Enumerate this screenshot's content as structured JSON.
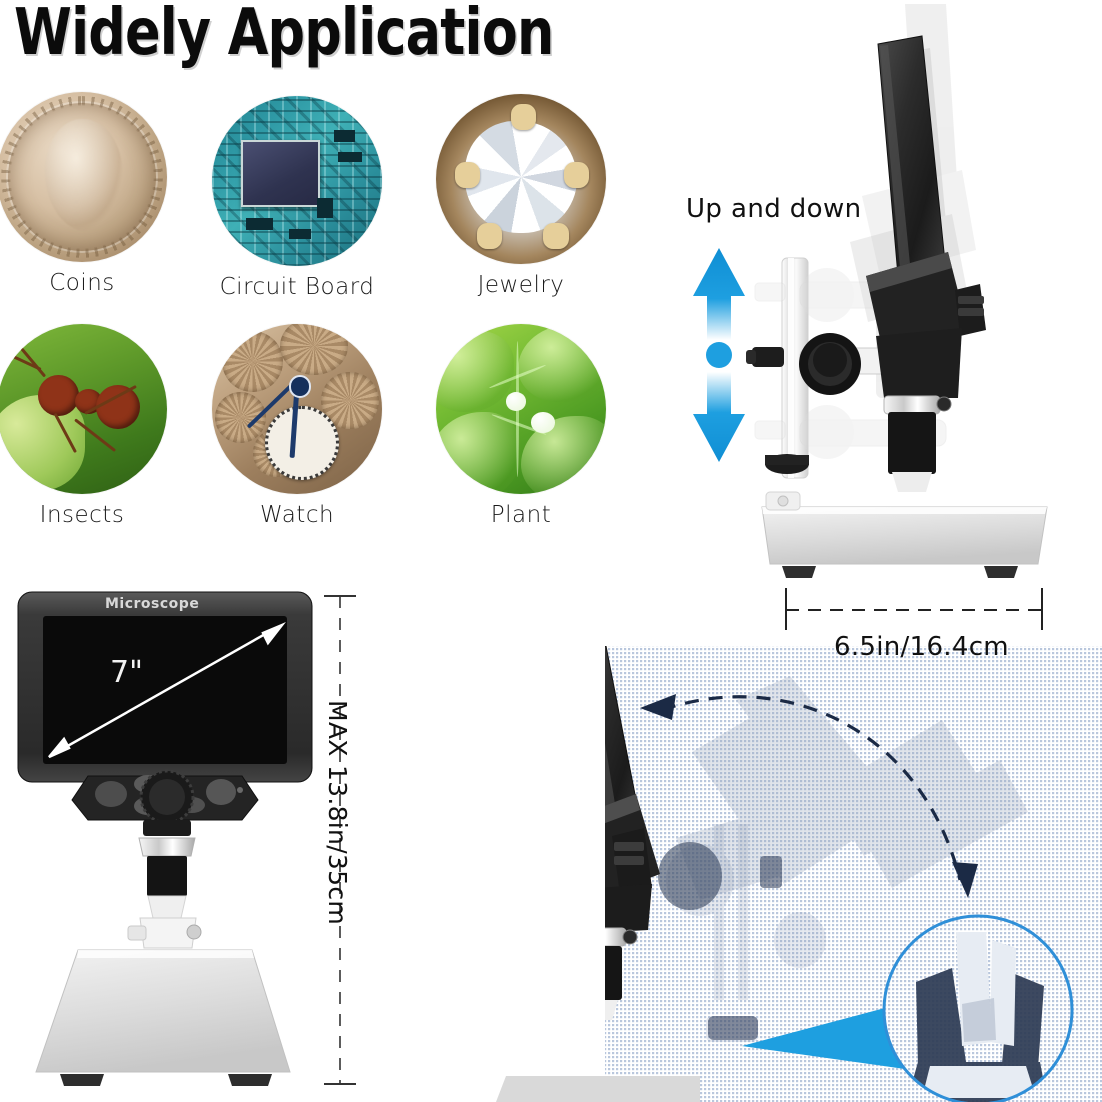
{
  "header": {
    "title": "Widely Application"
  },
  "applications": [
    {
      "label": "Coins",
      "icon": "coin-icon"
    },
    {
      "label": "Circuit Board",
      "icon": "circuit-board-icon"
    },
    {
      "label": "Jewelry",
      "icon": "gemstone-icon"
    },
    {
      "label": "Insects",
      "icon": "ant-icon"
    },
    {
      "label": "Watch",
      "icon": "watch-movement-icon"
    },
    {
      "label": "Plant",
      "icon": "leaf-icon"
    }
  ],
  "height_adjust": {
    "caption": "Up and down",
    "up_arrow_icon": "arrow-up-icon",
    "pivot_icon": "dot-icon",
    "down_arrow_icon": "arrow-down-icon",
    "arrow_color": "#1e9fe0"
  },
  "dimensions": {
    "base_width": "6.5in/16.4cm",
    "max_height": "MAX 13.8in/35cm",
    "screen_size": "7\"",
    "brand": "Microscope"
  },
  "tilt_panel": {
    "rotation_arrow_icon": "curved-double-arrow-icon",
    "magnifier_icon": "magnified-detail-circle",
    "pointer_icon": "cone-pointer-icon",
    "grid_dot_color": "#b9c7dd",
    "accent_color": "#1e9fe0"
  }
}
